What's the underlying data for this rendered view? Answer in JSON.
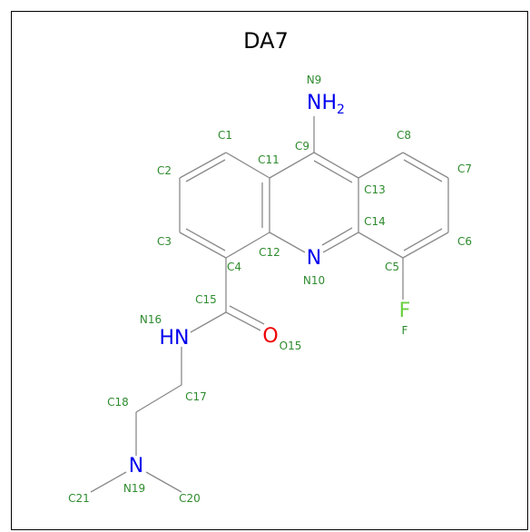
{
  "title": "DA7",
  "colors": {
    "carbon_label": "#2e8b2e",
    "nitrogen": "#0000ee",
    "oxygen": "#ee0000",
    "fluorine": "#6ad040",
    "bond": "#8a8a8a"
  },
  "elements": {
    "amine_n": "NH",
    "amine_sub": "2",
    "ring_n": "N",
    "amide_n": "HN",
    "oxygen": "O",
    "fluorine": "F",
    "tertiary_n": "N"
  },
  "atoms": {
    "C1": "C1",
    "C2": "C2",
    "C3": "C3",
    "C4": "C4",
    "C5": "C5",
    "C6": "C6",
    "C7": "C7",
    "C8": "C8",
    "C9": "C9",
    "C11": "C11",
    "C12": "C12",
    "C13": "C13",
    "C14": "C14",
    "C15": "C15",
    "C17": "C17",
    "C18": "C18",
    "C20": "C20",
    "C21": "C21",
    "N9": "N9",
    "N10": "N10",
    "N16": "N16",
    "N19": "N19",
    "O15": "O15",
    "F": "F"
  }
}
